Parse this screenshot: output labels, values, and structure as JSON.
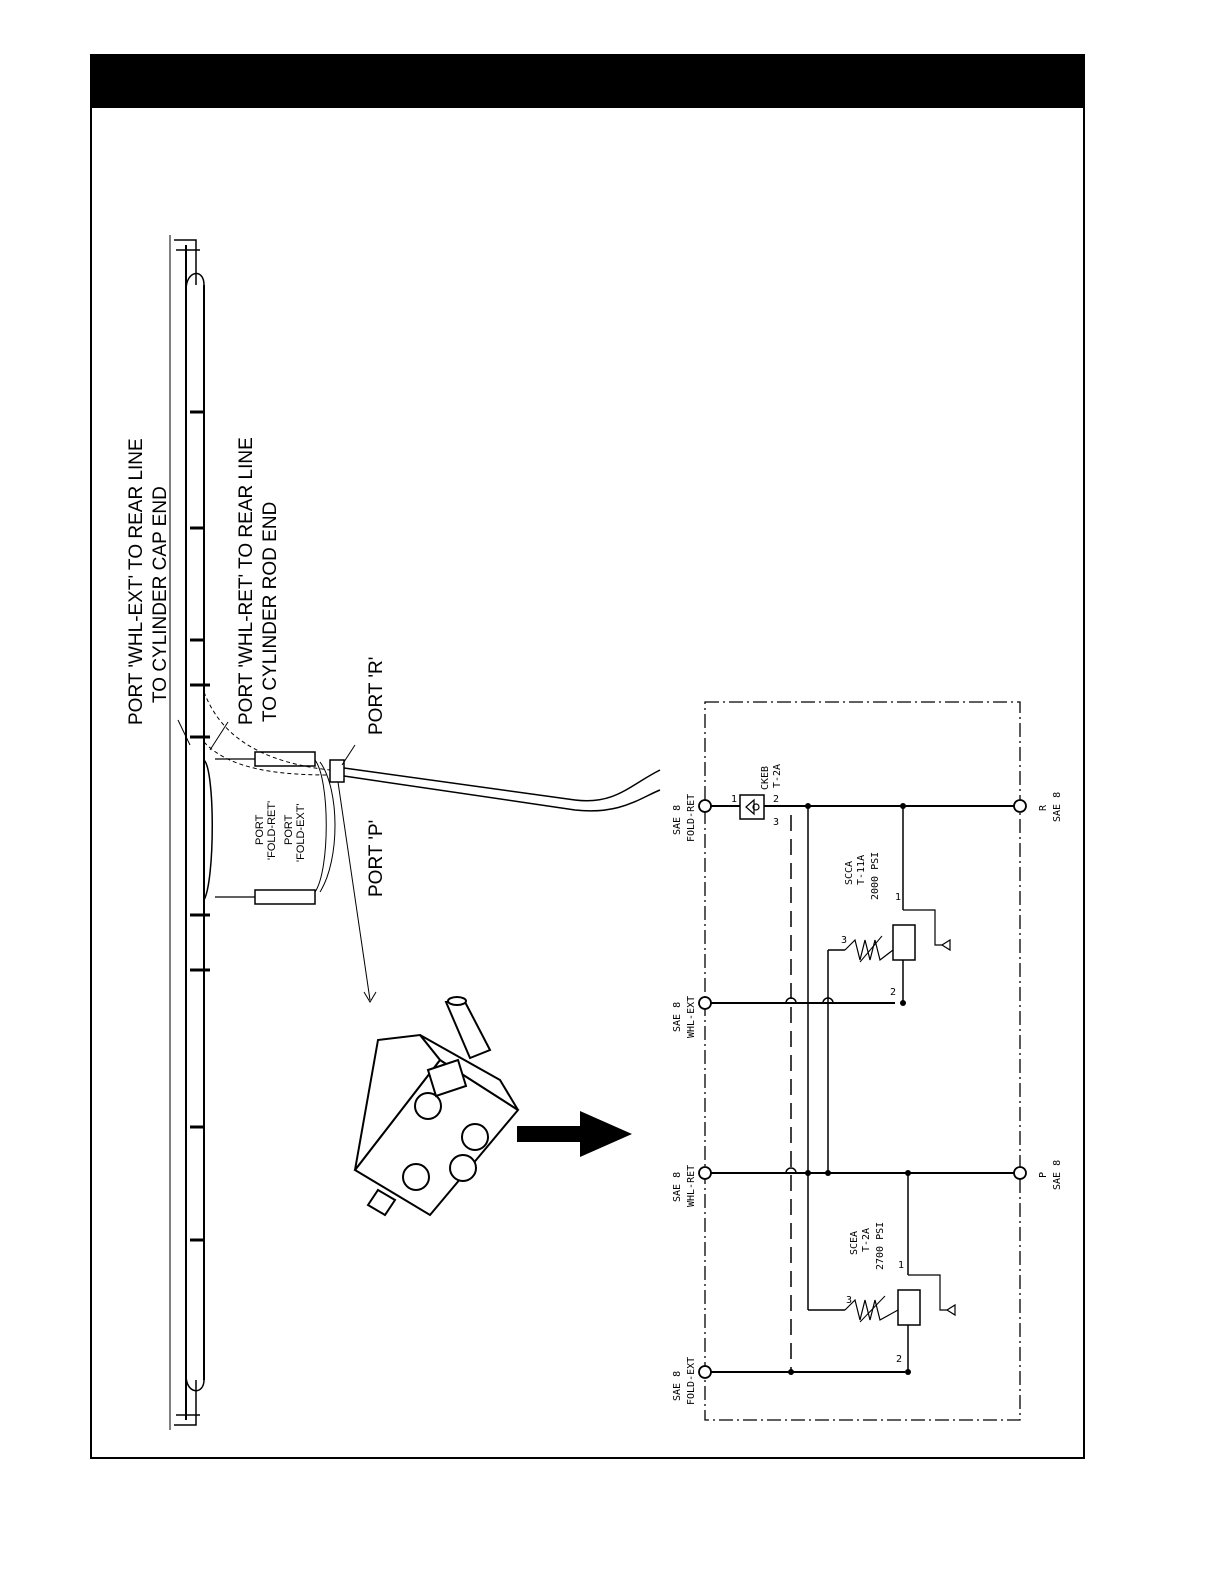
{
  "labels": {
    "whl_ext_1": "PORT 'WHL-EXT' TO REAR LINE",
    "whl_ext_2": "TO CYLINDER CAP END",
    "whl_ret_1": "PORT 'WHL-RET' TO REAR LINE",
    "whl_ret_2": "TO CYLINDER ROD END",
    "port_r": "PORT 'R'",
    "port_p": "PORT 'P'",
    "fold_ret_1": "PORT",
    "fold_ret_2": "'FOLD-RET'",
    "fold_ext_1": "PORT",
    "fold_ext_2": "'FOLD-EXT'"
  },
  "schematic": {
    "ports": {
      "fold_ret": {
        "size": "SAE 8",
        "name": "FOLD-RET"
      },
      "whl_ext": {
        "size": "SAE 8",
        "name": "WHL-EXT"
      },
      "whl_ret": {
        "size": "SAE 8",
        "name": "WHL-RET"
      },
      "fold_ext": {
        "size": "SAE 8",
        "name": "FOLD-EXT"
      },
      "r": {
        "name": "R",
        "size": "SAE 8"
      },
      "p": {
        "name": "P",
        "size": "SAE 8"
      }
    },
    "valves": {
      "ckeb": {
        "model": "CKEB",
        "cavity": "T-2A"
      },
      "scca": {
        "model": "SCCA",
        "cavity": "T-11A",
        "setting": "2000 PSI"
      },
      "scea": {
        "model": "SCEA",
        "cavity": "T-2A",
        "setting": "2700 PSI"
      }
    },
    "pin_labels": {
      "one": "1",
      "two": "2",
      "three": "3"
    }
  }
}
